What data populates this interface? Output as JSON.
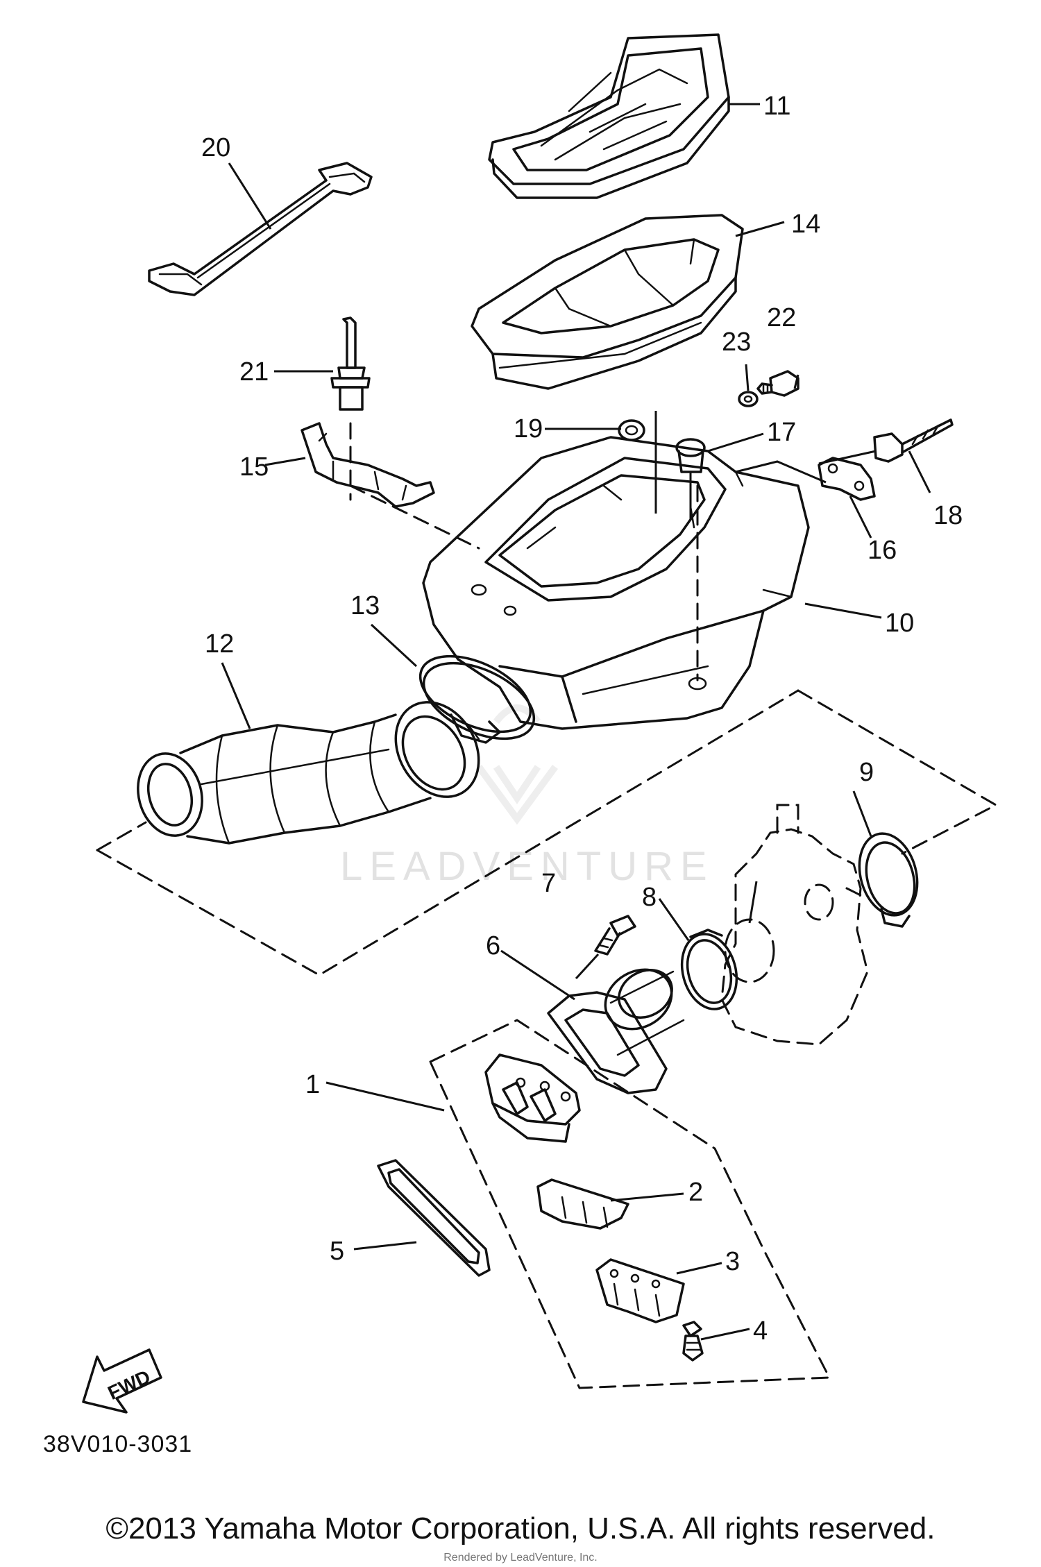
{
  "diagram": {
    "callouts": [
      "1",
      "2",
      "3",
      "4",
      "5",
      "6",
      "7",
      "8",
      "9",
      "10",
      "11",
      "12",
      "13",
      "14",
      "15",
      "16",
      "17",
      "18",
      "19",
      "20",
      "21",
      "22",
      "23"
    ],
    "fwd_label": "FWD",
    "watermark": "LEADVENTURE",
    "part_code": "38V010-3031"
  },
  "footer": {
    "copyright": "©2013 Yamaha Motor Corporation, U.S.A. All rights reserved.",
    "rendered_by": "Rendered by LeadVenture, Inc."
  }
}
